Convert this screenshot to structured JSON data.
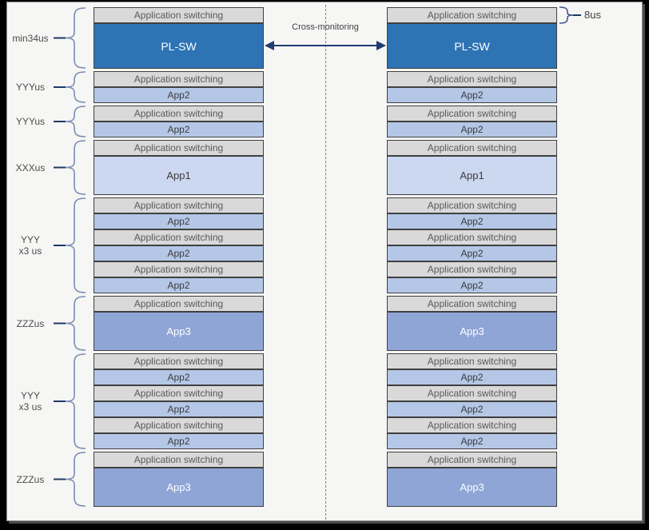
{
  "annotations": {
    "cross_monitoring": "Cross-monitoring",
    "top_right_duration": "8us"
  },
  "timeline": {
    "groups": [
      {
        "id": "g1",
        "duration_label_lines": [
          "min34us"
        ],
        "blocks": [
          {
            "type": "switch",
            "label": "Application switching"
          },
          {
            "type": "plsw",
            "label": "PL-SW"
          }
        ]
      },
      {
        "id": "g2",
        "duration_label_lines": [
          "YYYus"
        ],
        "blocks": [
          {
            "type": "switch",
            "label": "Application switching"
          },
          {
            "type": "app2",
            "label": "App2"
          }
        ]
      },
      {
        "id": "g3",
        "duration_label_lines": [
          "YYYus"
        ],
        "blocks": [
          {
            "type": "switch",
            "label": "Application switching"
          },
          {
            "type": "app2",
            "label": "App2"
          }
        ]
      },
      {
        "id": "g4",
        "duration_label_lines": [
          "XXXus"
        ],
        "blocks": [
          {
            "type": "switch",
            "label": "Application switching"
          },
          {
            "type": "app1",
            "label": "App1"
          }
        ]
      },
      {
        "id": "g5",
        "duration_label_lines": [
          "YYY",
          "x3 us"
        ],
        "blocks": [
          {
            "type": "switch",
            "label": "Application switching"
          },
          {
            "type": "app2",
            "label": "App2"
          },
          {
            "type": "switch",
            "label": "Application switching"
          },
          {
            "type": "app2",
            "label": "App2"
          },
          {
            "type": "switch",
            "label": "Application switching"
          },
          {
            "type": "app2",
            "label": "App2"
          }
        ]
      },
      {
        "id": "g6",
        "duration_label_lines": [
          "ZZZus"
        ],
        "blocks": [
          {
            "type": "switch",
            "label": "Application switching"
          },
          {
            "type": "app3",
            "label": "App3"
          }
        ]
      },
      {
        "id": "g7",
        "duration_label_lines": [
          "YYY",
          "x3 us"
        ],
        "blocks": [
          {
            "type": "switch",
            "label": "Application switching"
          },
          {
            "type": "app2",
            "label": "App2"
          },
          {
            "type": "switch",
            "label": "Application switching"
          },
          {
            "type": "app2",
            "label": "App2"
          },
          {
            "type": "switch",
            "label": "Application switching"
          },
          {
            "type": "app2",
            "label": "App2"
          }
        ]
      },
      {
        "id": "g8",
        "duration_label_lines": [
          "ZZZus"
        ],
        "blocks": [
          {
            "type": "switch",
            "label": "Application switching"
          },
          {
            "type": "app3",
            "label": "App3"
          }
        ]
      }
    ]
  },
  "colors": {
    "plsw": "#2E74B5",
    "app1": "#CCD8F0",
    "app2": "#B4C7E7",
    "app3": "#8FA5D6",
    "switching_bar": "#D9D9D9",
    "block_border": "#404040",
    "arrow": "#1F3D73",
    "brace": "#7A8DB4",
    "brace_dark": "#1F3864",
    "panel_bg": "#F6F6F5"
  }
}
